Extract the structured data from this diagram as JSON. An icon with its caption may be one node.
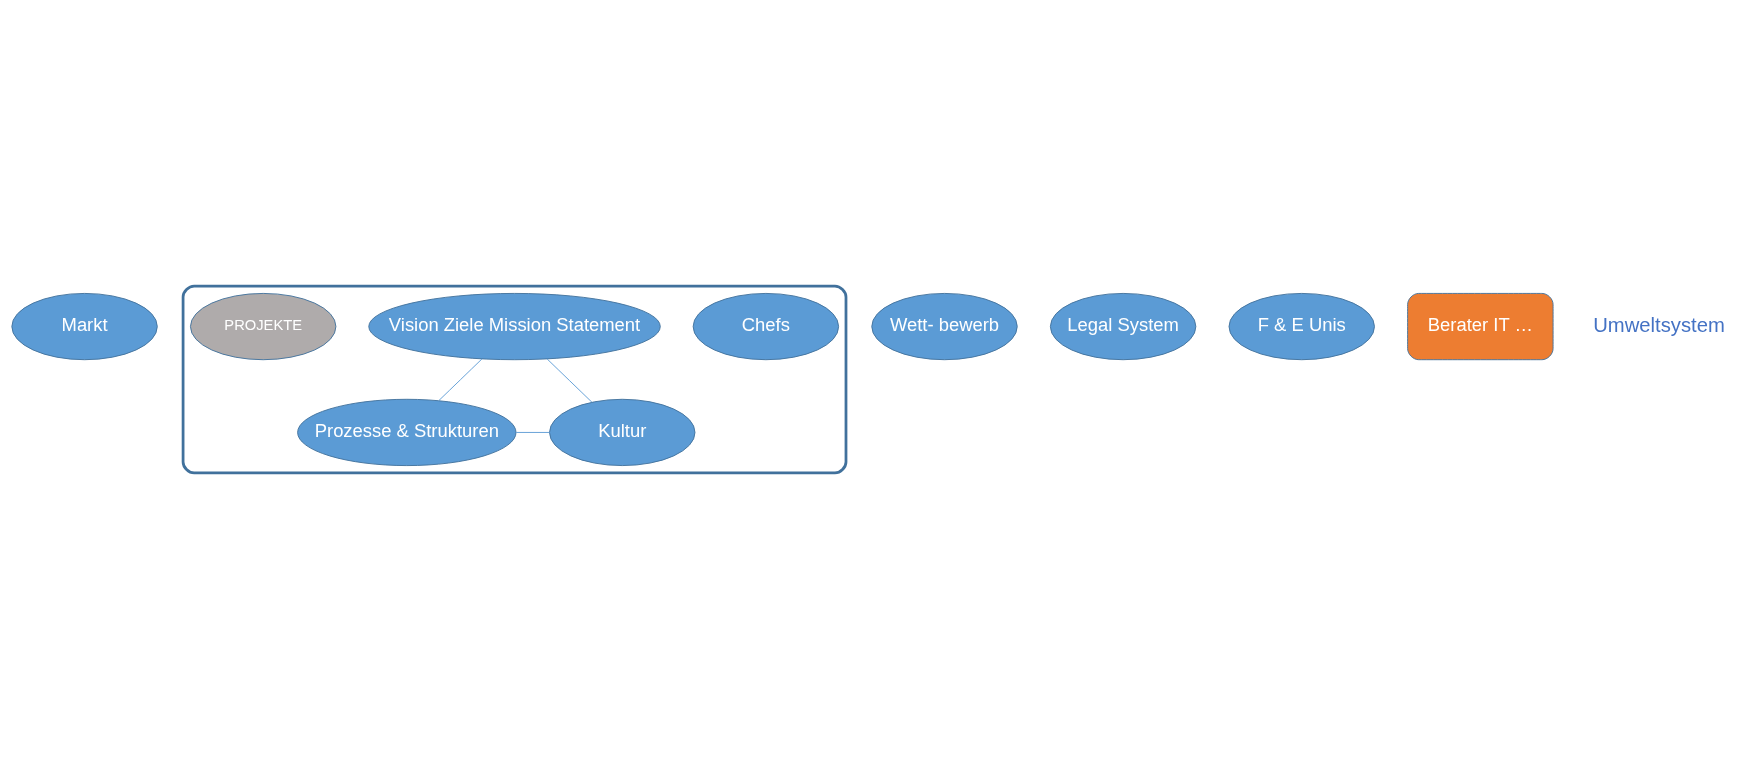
{
  "diagram": {
    "nodes": [
      {
        "text": [
          "Markt"
        ]
      },
      {
        "text": [],
        "shape": "ellipse"
      },
      {
        "text": [
          "Chefs"
        ],
        "in": 1
      },
      {
        "text": [
          "Wett- bewerb"
        ]
      },
      {
        "text": [
          "Legal System"
        ]
      },
      {
        "text": [
          "Vision Ziele Mission Statement"
        ],
        "in": 1
      },
      {
        "text": [
          "PROJEKTE"
        ],
        "in": 1
      },
      {
        "text": [
          "F & E Unis"
        ]
      },
      {
        "text": [
          "Prozesse & Strukturen"
        ],
        "in": 1
      },
      {
        "text": [
          "Kultur"
        ],
        "in": 1
      },
      {
        "text": [
          "Berater IT …"
        ]
      }
    ],
    "edges": [
      {
        "from": 5,
        "to": 8,
        "arrow": "none"
      },
      {
        "from": 5,
        "to": 9,
        "arrow": "none"
      },
      {
        "from": 8,
        "to": 9,
        "arrow": "none"
      }
    ],
    "labels": [
      "Umweltsystem"
    ]
  }
}
